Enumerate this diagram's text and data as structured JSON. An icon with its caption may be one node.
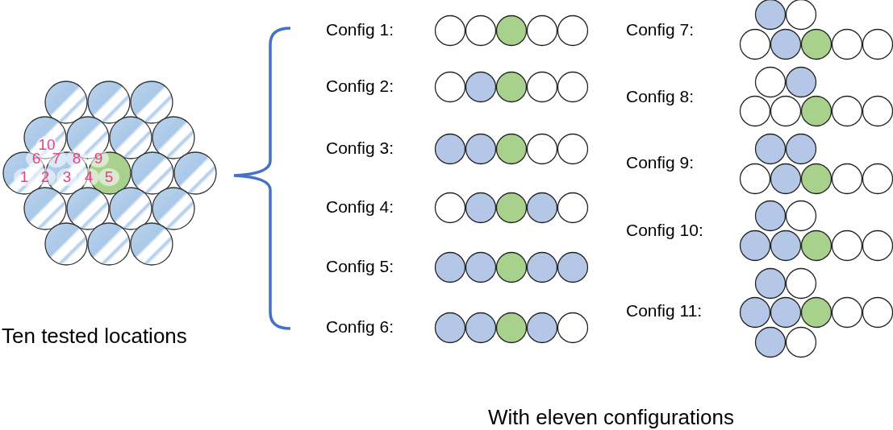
{
  "diagram": {
    "labels": [
      "10",
      "6",
      "7",
      "8",
      "9",
      "1",
      "2",
      "3",
      "4",
      "5",
      "Ten tested locations",
      "Config 1:",
      "Config 2:",
      "Config 3:",
      "Config 4:",
      "Config 5:",
      "Config 6:",
      "Config 7:",
      "Config 8:",
      "Config 9:",
      "Config 10:",
      "Config 11:",
      "With eleven configurations"
    ]
  }
}
